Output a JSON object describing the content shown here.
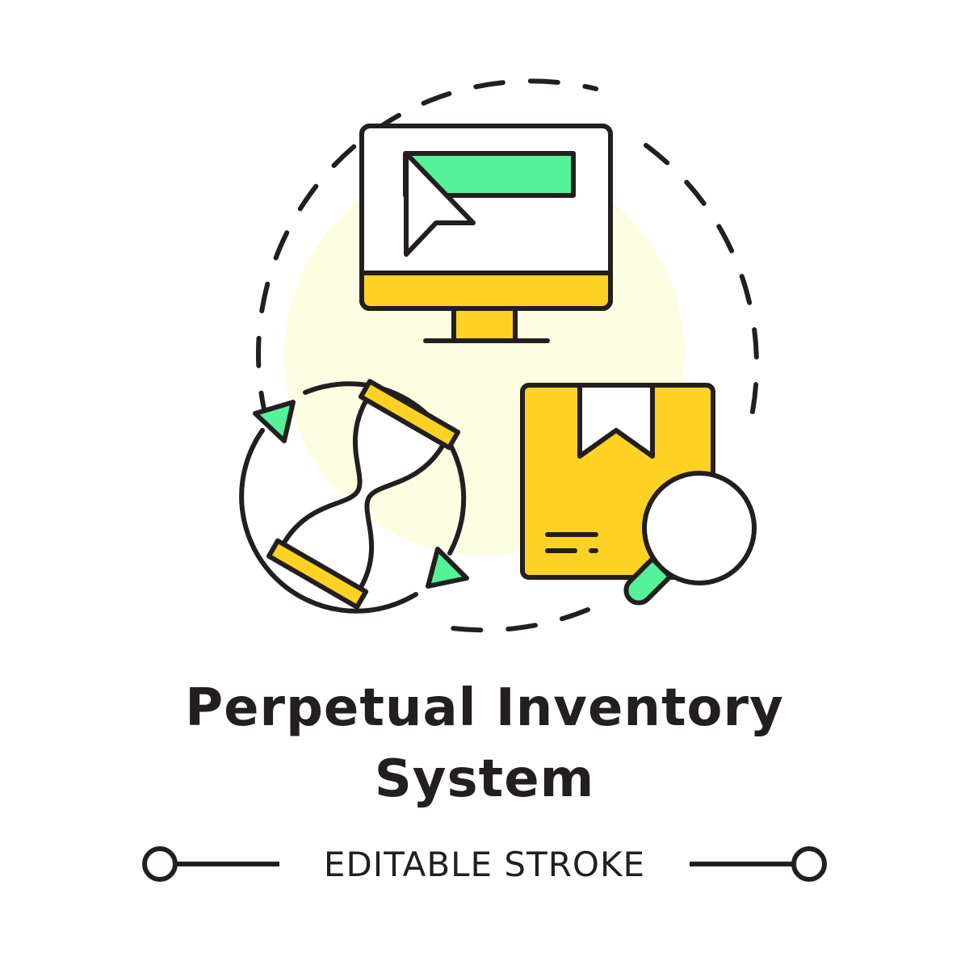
{
  "title": {
    "line1": "Perpetual Inventory",
    "line2": "System"
  },
  "footer": {
    "label": "EDITABLE STROKE"
  },
  "icons": {
    "monitor": "monitor-with-cursor-icon",
    "cycle": "hourglass-refresh-icon",
    "box": "package-box-icon",
    "magnifier": "magnifying-glass-icon"
  },
  "colors": {
    "stroke": "#231f20",
    "yellow": "#fdd224",
    "green": "#55f29a",
    "background_circle": "#fdfde1",
    "background": "#ffffff"
  }
}
